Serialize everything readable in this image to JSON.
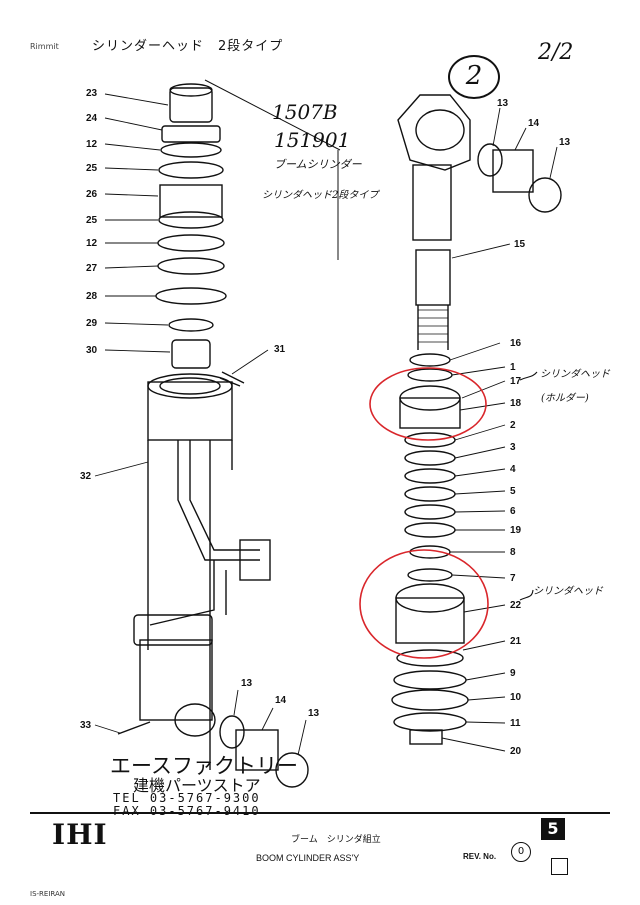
{
  "header": {
    "title": "シリンダーヘッド　2段タイプ",
    "corner_mark": "Rimmit",
    "page_number": "2/2",
    "circled_number": "2"
  },
  "handwritten": {
    "line1": "1507B",
    "line2": "151901",
    "line3": "ブームシリンダー",
    "line4": "シリンダヘッド2段タイプ",
    "note_holder_1": "シリンダヘッド",
    "note_holder_2": "(ホルダー)",
    "note_head": "シリンダヘッド"
  },
  "left_callouts": [
    "23",
    "24",
    "12",
    "25",
    "26",
    "25",
    "12",
    "27",
    "28",
    "29",
    "30",
    "31",
    "32",
    "33",
    "13",
    "14",
    "13"
  ],
  "right_callouts": [
    "13",
    "14",
    "13",
    "15",
    "16",
    "1",
    "17",
    "18",
    "2",
    "3",
    "4",
    "5",
    "6",
    "19",
    "8",
    "7",
    "22",
    "21",
    "9",
    "10",
    "11",
    "20"
  ],
  "shop": {
    "name": "エースファクトリー",
    "sub": "建機パーツストア",
    "tel": "TEL 03-5767-9300",
    "fax": "FAX 03-5767-9410"
  },
  "footer": {
    "logo": "IHI",
    "title_jp": "ブーム　シリンダ組立",
    "title_en": "BOOM CYLINDER ASS'Y",
    "rev_label": "REV. No.",
    "rev_value": "0",
    "page_box": "5",
    "bottom_text": "IS-REIRAN"
  },
  "colors": {
    "ink": "#111111",
    "highlight": "#d9262b"
  }
}
